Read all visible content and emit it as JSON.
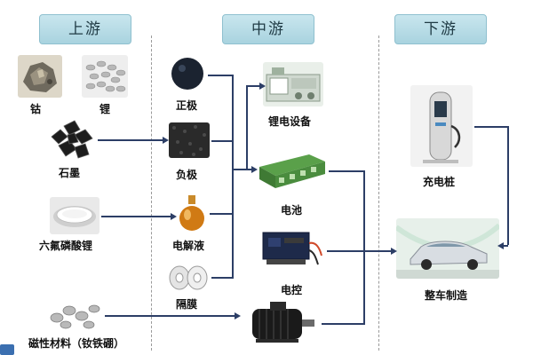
{
  "headers": {
    "upstream": "上游",
    "midstream": "中游",
    "downstream": "下游"
  },
  "upstream": {
    "cobalt": "钴",
    "lithium": "锂",
    "graphite": "石墨",
    "lipf6": "六氟磷酸锂",
    "magnetic": "磁性材料（钕铁硼）"
  },
  "materials": {
    "cathode": "正极",
    "anode": "负极",
    "electrolyte": "电解液",
    "separator": "隔膜"
  },
  "midstream": {
    "equipment": "锂电设备",
    "battery": "电池",
    "control": "电控"
  },
  "downstream": {
    "charging_pile": "充电桩",
    "vehicle": "整车制造"
  },
  "colors": {
    "header_bg": "#b6dbe6",
    "line": "#2c3e66"
  }
}
